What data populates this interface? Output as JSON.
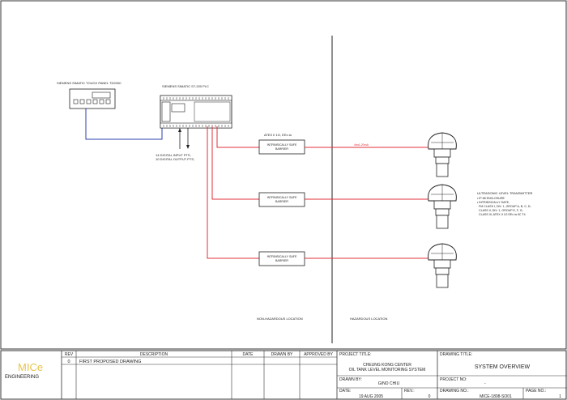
{
  "diagram": {
    "touch_panel_label": "SIEMENS SIMATIC TOUCH PANEL TD200C",
    "plc_label": "SIEMENS SIMATIC S7-200 PLC",
    "io_label_1": "14 DIGITAL INPUT PTS,",
    "io_label_2": "10 DIGITAL OUTPUT PTS,",
    "atex_label": "ATEX II 1G, EEx ia",
    "barrier_line1": "INTRINSICALLY SAFE",
    "barrier_line2": "BARRIER",
    "signal_label": "4mA-20mA",
    "transmitter_title": "ULTRASONIC LEVEL TRANSMITTER",
    "transmitter_specs": [
      "• IP 68 ENCLOSURE",
      "• INTRINSICALLY SAFE,",
      "  FM CLASS I, DIV. 1, GROUP A, B, C, D;",
      "  CLASS II, DIV. 1, GROUP E, F, G;",
      "  CLASS III, ATEX II 1G EEx ia IIC T4"
    ],
    "non_hazardous_label": "NON-HAZARDOUS LOCATION",
    "hazardous_label": "HAZARDOUS LOCATION"
  },
  "title_block": {
    "company_name": "MICe",
    "company_sub": "ENGINEERING",
    "headers": {
      "rev": "REV",
      "description": "DESCRIPTION",
      "date": "DATE",
      "drawn_by": "DRAWN BY",
      "approved_by": "APPROVED BY"
    },
    "revisions": [
      {
        "rev": "0",
        "description": "FIRST PROPOSED DRAWING",
        "date": "",
        "drawn_by": "",
        "approved_by": ""
      }
    ],
    "project_title_label": "PROJECT TITLE:",
    "project_title_line1": "CHEUNG KONG CENTER",
    "project_title_line2": "OIL TANK LEVEL MONITORING SYSTEM",
    "drawing_title_label": "DRAWING TITLE:",
    "drawing_title": "SYSTEM OVERVIEW",
    "drawn_by_label": "DRAWN BY:",
    "drawn_by_value": "GINO CHIU",
    "project_no_label": "PROJECT NO:",
    "project_no_value": "-",
    "date_label": "DATE:",
    "date_value": "19 AUG 2005",
    "rev_label": "REV.:",
    "rev_value": "0",
    "drawing_no_label": "DRAWING NO.:",
    "drawing_no_value": "MICE-1808-SO01",
    "page_no_label": "PAGE NO.:",
    "page_no_value": "1"
  },
  "colors": {
    "signal_line": "#e0303a",
    "panel_link": "#2a3fb0",
    "logo": "#e8c34a",
    "ink": "#222222"
  }
}
